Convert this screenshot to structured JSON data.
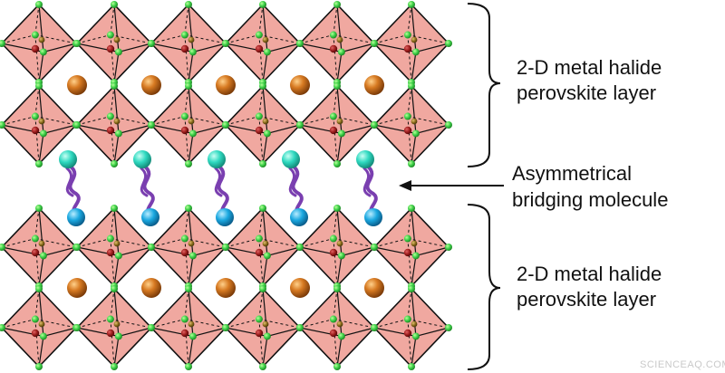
{
  "labels": {
    "top_layer": {
      "line1": "2-D metal halide",
      "line2": "perovskite layer"
    },
    "molecule": {
      "line1": "Asymmetrical",
      "line2": "bridging molecule"
    },
    "bottom_layer": {
      "line1": "2-D metal halide",
      "line2": "perovskite layer"
    }
  },
  "watermark": "SCIENCEAQ.COM",
  "colors": {
    "octahedron_fill": "#f0a8a0",
    "octahedron_edge": "#111111",
    "halide_atom": "#3fd24a",
    "metal_atom": "#8b1a1a",
    "metal_atom_top": "#8a6a1a",
    "cation_atom": "#c86418",
    "molecule_head": "#2fd9c0",
    "molecule_tail": "#1aa8e0",
    "molecule_chain": "#7a3fb0"
  }
}
